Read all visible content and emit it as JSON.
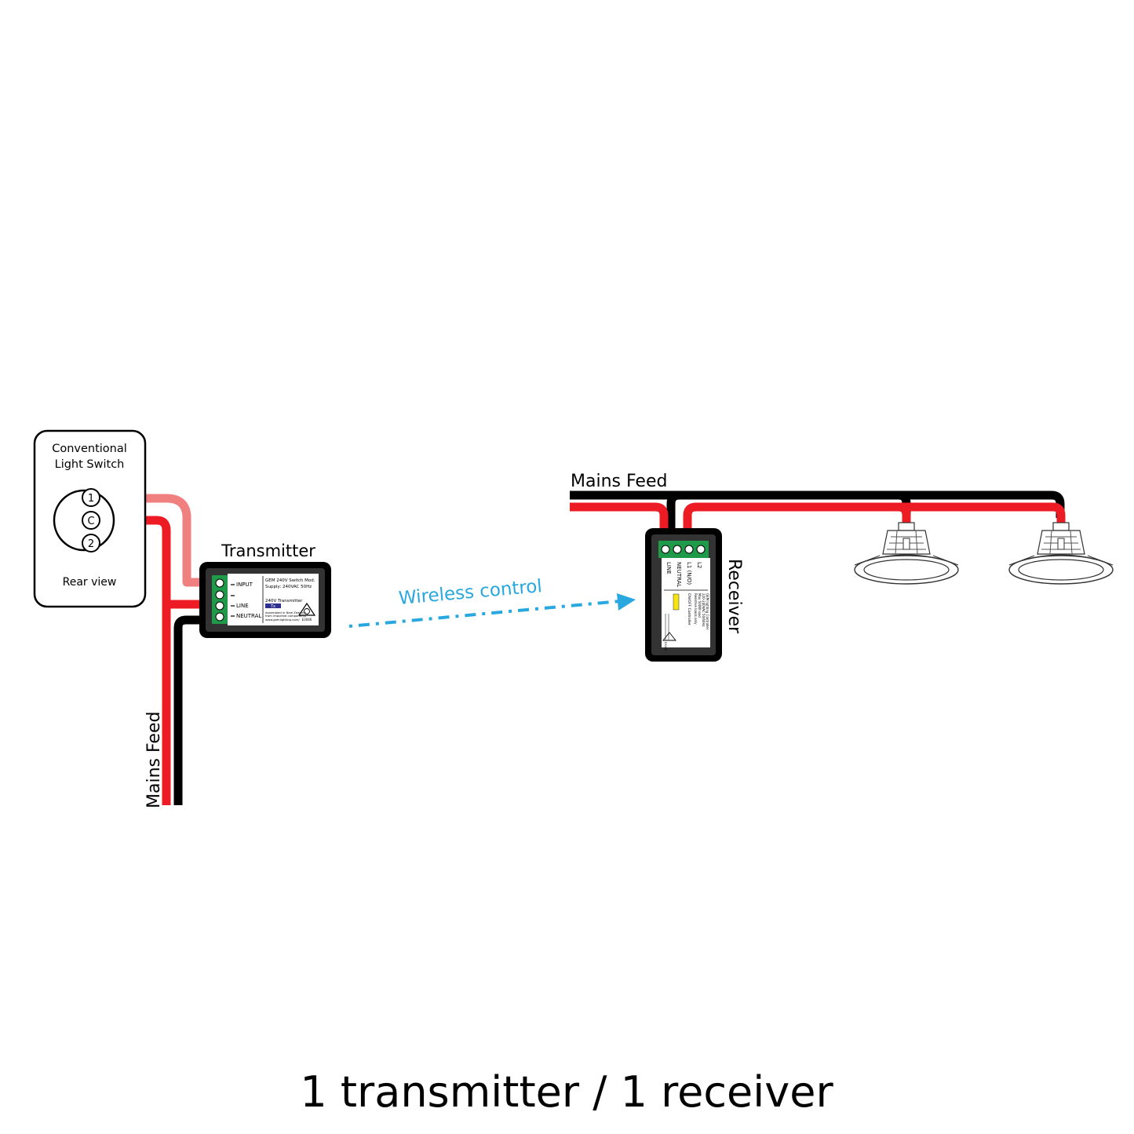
{
  "switch": {
    "title_line1": "Conventional",
    "title_line2": "Light Switch",
    "terminal_1": "1",
    "terminal_c": "C",
    "terminal_2": "2",
    "rear_view": "Rear view"
  },
  "transmitter": {
    "label": "Transmitter",
    "terminals": [
      "INPUT",
      "",
      "LINE",
      "NEUTRAL"
    ],
    "product_line1": "GEM 240V Switch Mod.",
    "product_line2": "Supply:  240VAC 50Hz",
    "model": "240V Transmitter",
    "badge": "Tx",
    "assembled_line1": "Assembled in New Zealand",
    "assembled_line2": "from imported components",
    "website": "www.gemlighting.com/",
    "cert_code": "E3046"
  },
  "wireless": {
    "label": "Wireless control",
    "color": "#29a8e0"
  },
  "receiver": {
    "label": "Receiver",
    "terminals": [
      "L2",
      "L1 (N/O)",
      "NEUTRAL",
      "LINE"
    ],
    "info_line1": "GEM lighting Controller",
    "info_line2": "220-240VAC 50/60Hz",
    "info_line3": "Max 500W load",
    "info_line4": "Resistive loads only",
    "product": "ON/OFF Controller",
    "cert_code": "E3046"
  },
  "mains_feed_left": "Mains Feed",
  "mains_feed_right": "Mains Feed",
  "caption": "1 transmitter / 1 receiver",
  "colors": {
    "wire_line": "#ed1c24",
    "wire_neutral": "#000000",
    "wire_switched": "#f08080",
    "terminal_green": "#1f9a48"
  }
}
